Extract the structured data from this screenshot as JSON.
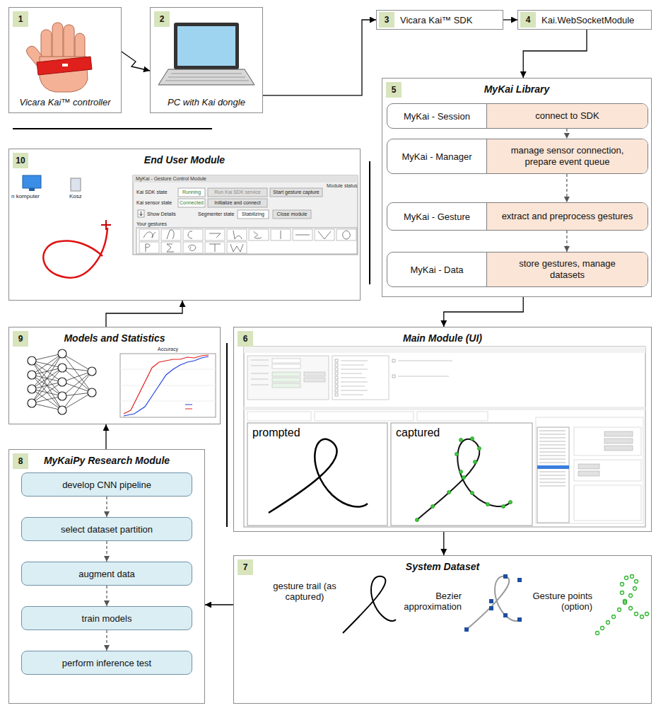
{
  "diagram": {
    "nodes": [
      {
        "text": [
          "1",
          "Vicara Kai™ controller"
        ]
      },
      {
        "text": [
          "2",
          "PC with Kai dongle"
        ]
      },
      {
        "text": [
          "3",
          "Vicara Kai™ SDK"
        ]
      },
      {
        "text": [
          "4",
          "Kai.WebSocketModule"
        ]
      },
      {
        "text": [
          "5",
          "MyKai Library"
        ]
      },
      {
        "text": [
          "MyKai - Session",
          "connect to SDK"
        ],
        "in": 4
      },
      {
        "text": [
          "MyKai - Manager",
          "manage sensor connection, prepare event queue"
        ],
        "in": 4
      },
      {
        "text": [
          "MyKai - Gesture",
          "extract and preprocess gestures"
        ],
        "in": 4
      },
      {
        "text": [
          "MyKai - Data",
          "store gestures, manage datasets"
        ],
        "in": 4
      },
      {
        "text": [
          "6",
          "Main Module (UI)"
        ]
      },
      {
        "text": [
          "7",
          "System Dataset"
        ]
      },
      {
        "text": [
          "8",
          "MyKaiPy Research Module"
        ]
      },
      {
        "text": [
          "develop CNN pipeline"
        ],
        "in": 11
      },
      {
        "text": [
          "select dataset partition"
        ],
        "in": 11
      },
      {
        "text": [
          "augment data"
        ],
        "in": 11
      },
      {
        "text": [
          "train models"
        ],
        "in": 11
      },
      {
        "text": [
          "perform inference test"
        ],
        "in": 11
      },
      {
        "text": [
          "9",
          "Models and Statistics"
        ]
      },
      {
        "text": [
          "10",
          "End User Module"
        ]
      }
    ],
    "edges": [
      {
        "from": 0,
        "to": 1,
        "arrow": "to"
      },
      {
        "from": 1,
        "to": 2,
        "arrow": "to"
      },
      {
        "from": 2,
        "to": 3,
        "arrow": "to"
      },
      {
        "from": 3,
        "to": 4,
        "arrow": "to"
      },
      {
        "from": 5,
        "to": 6,
        "arrow": "to"
      },
      {
        "from": 6,
        "to": 7,
        "arrow": "to"
      },
      {
        "from": 7,
        "to": 8,
        "arrow": "to"
      },
      {
        "from": 4,
        "to": 9,
        "arrow": "to"
      },
      {
        "from": 9,
        "to": 10,
        "arrow": "to"
      },
      {
        "from": 10,
        "to": 11,
        "arrow": "to"
      },
      {
        "from": 12,
        "to": 13,
        "arrow": "to"
      },
      {
        "from": 13,
        "to": 14,
        "arrow": "to"
      },
      {
        "from": 14,
        "to": 15,
        "arrow": "to"
      },
      {
        "from": 15,
        "to": 16,
        "arrow": "to"
      },
      {
        "from": 11,
        "to": 17,
        "arrow": "to"
      },
      {
        "from": 17,
        "to": 18,
        "arrow": "to"
      }
    ],
    "labels": [
      "MyKai - Gesture Control Module",
      "Module status",
      "Kai SDK state",
      "Running",
      "Run Kai SDK service",
      "Start gesture capture",
      "Kai sensor state",
      "Connected",
      "Initialize and connect",
      "Show Details",
      "Segmenter state",
      "Stabilizing",
      "Close module",
      "Your gestures",
      "n komputer",
      "Kosz",
      "Accuracy",
      "prompted",
      "captured",
      "gesture trail (as captured)",
      "Bezier approximation",
      "Gesture points (option)"
    ]
  }
}
